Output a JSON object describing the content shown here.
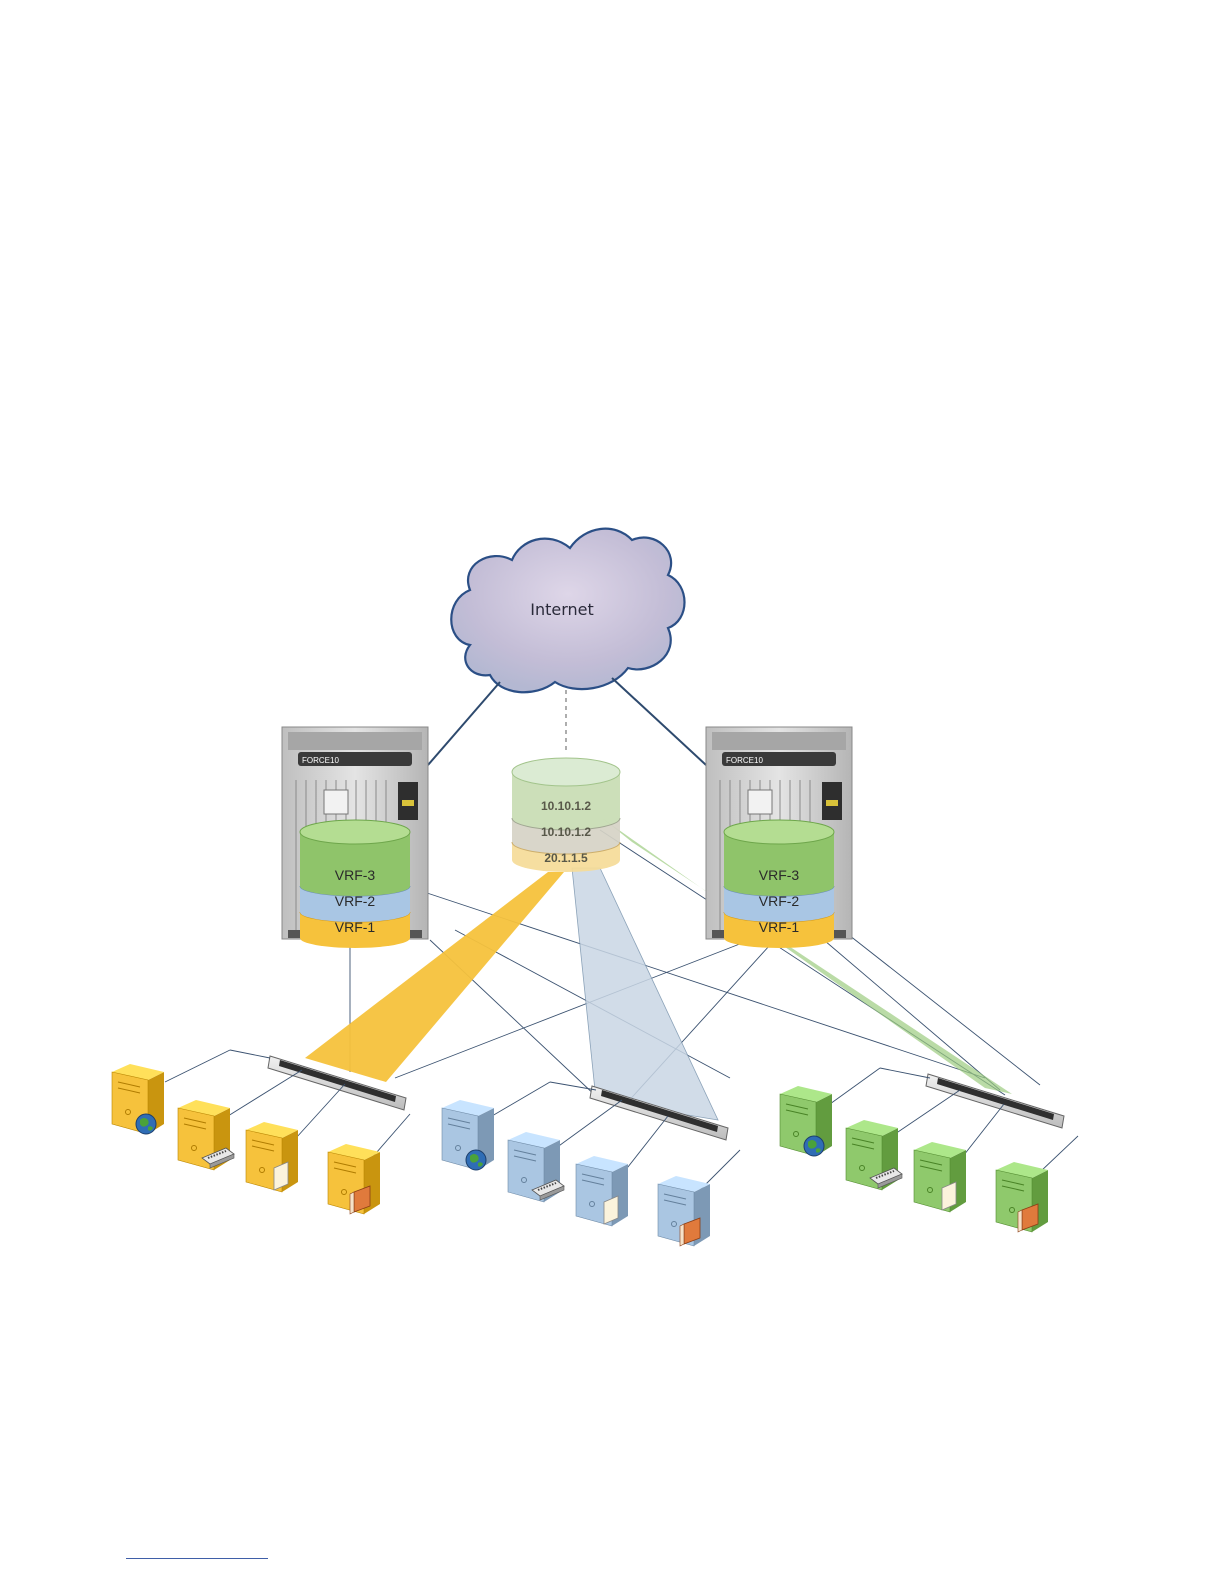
{
  "cloud": {
    "label": "Internet",
    "icon": "cloud-icon"
  },
  "shared_router": {
    "layers": [
      {
        "label": "10.10.1.2",
        "color": "#c8ddb4"
      },
      {
        "label": "10.10.1.2",
        "color": "#d6d3c6"
      },
      {
        "label": "20.1.1.5",
        "color": "#f6dc98"
      }
    ]
  },
  "chassis": [
    {
      "brand": "FORCE10",
      "vrfs": [
        "VRF-3",
        "VRF-2",
        "VRF-1"
      ]
    },
    {
      "brand": "FORCE10",
      "vrfs": [
        "VRF-3",
        "VRF-2",
        "VRF-1"
      ]
    }
  ],
  "colors": {
    "vrf3": "#8fc46a",
    "vrf2": "#a9c6e4",
    "vrf1": "#f6c23c",
    "link": "#2e4a6e",
    "server_yellow": "#f6c23c",
    "server_blue": "#aac6e2",
    "server_green": "#8fc96c"
  },
  "server_groups": [
    {
      "color_key": "server_yellow",
      "icons": [
        "globe-icon",
        "tape-drive-icon",
        "document-icon",
        "database-icon"
      ]
    },
    {
      "color_key": "server_blue",
      "icons": [
        "globe-icon",
        "tape-drive-icon",
        "document-icon",
        "database-icon"
      ]
    },
    {
      "color_key": "server_green",
      "icons": [
        "globe-icon",
        "tape-drive-icon",
        "document-icon",
        "database-icon"
      ]
    }
  ]
}
